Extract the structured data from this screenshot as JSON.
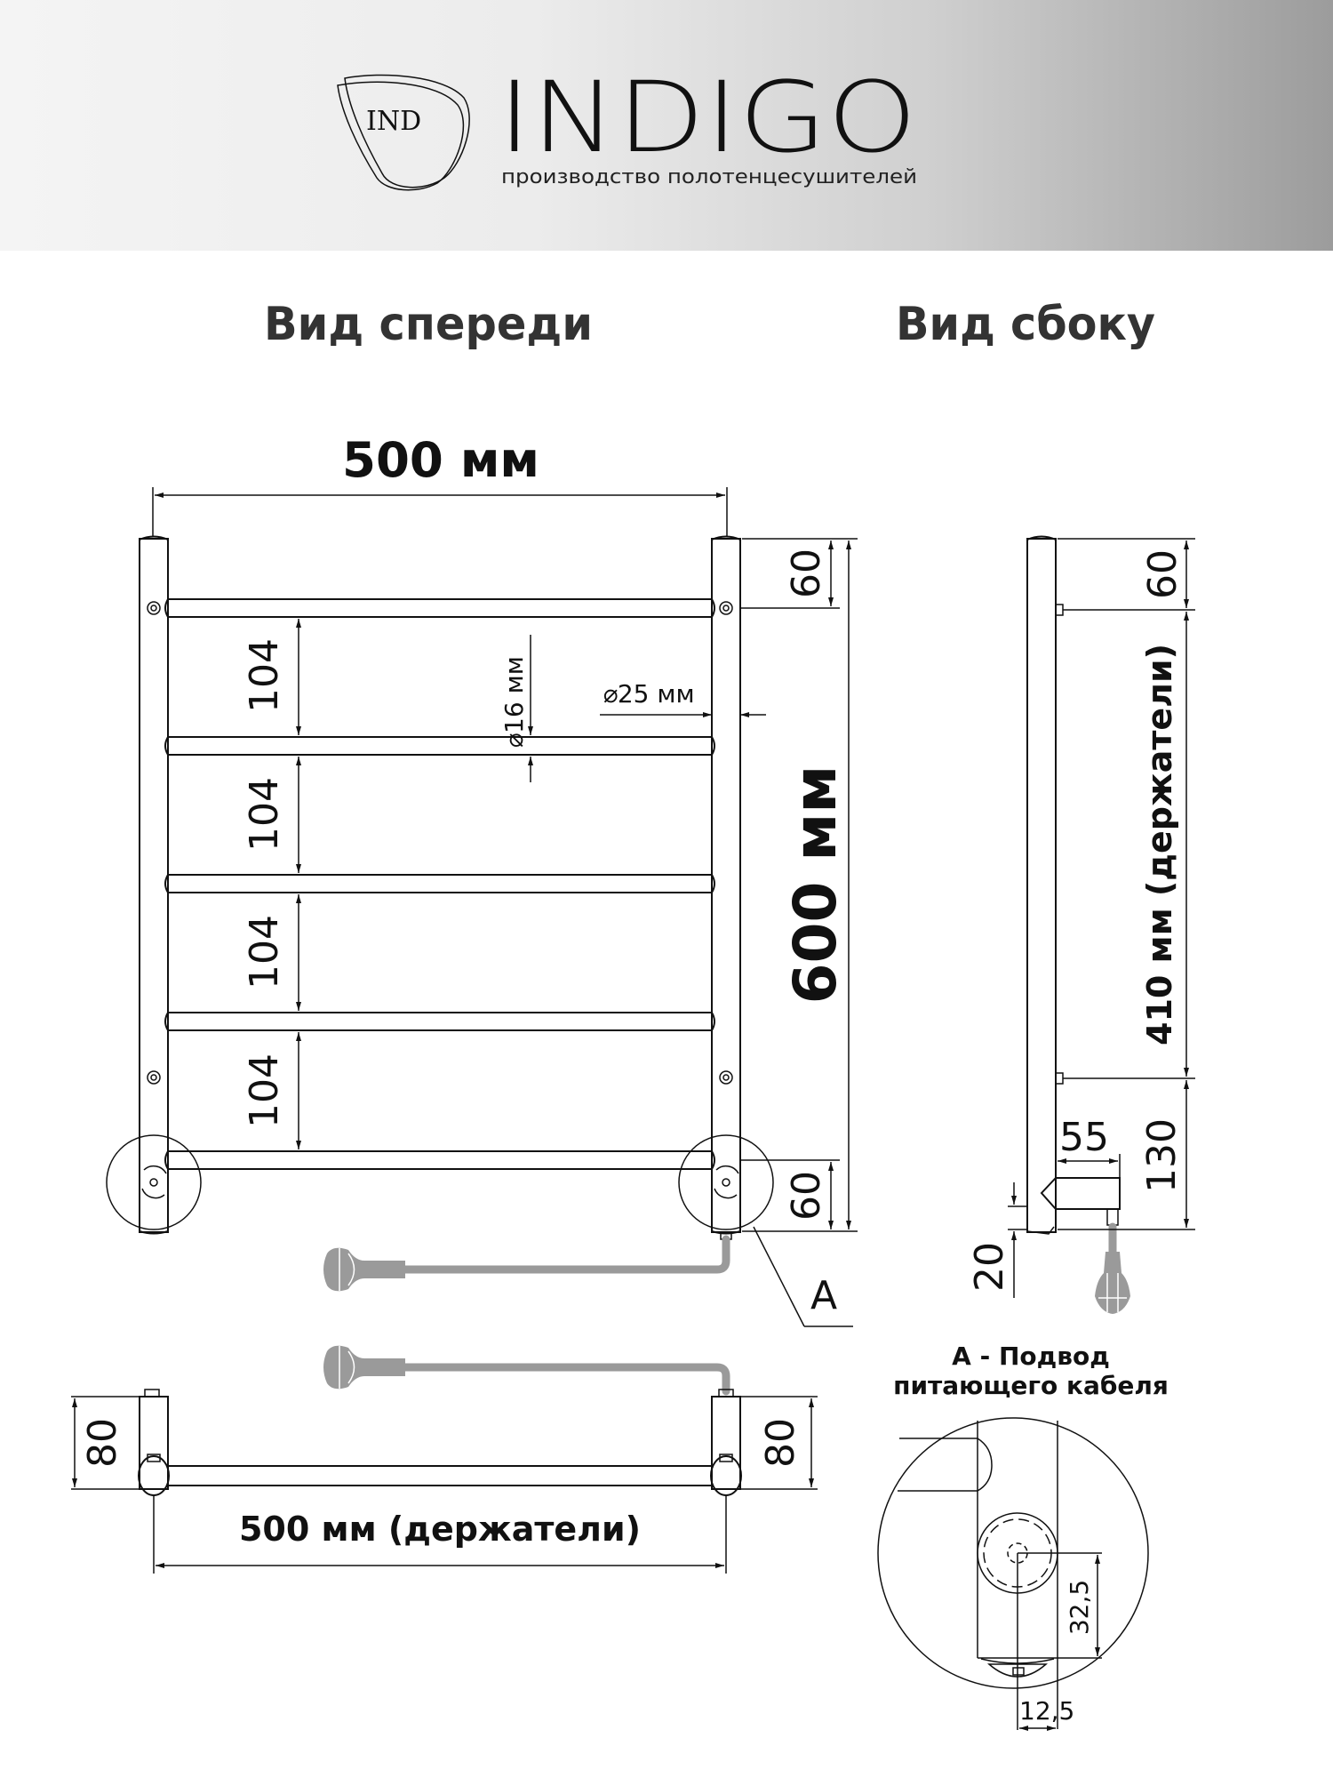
{
  "header": {
    "logo_monogram": "IND",
    "brand_name": "INDIGO",
    "tagline": "производство полотенцесушителей",
    "gradient_colors": [
      "#f4f4f4",
      "#9c9c9c"
    ]
  },
  "views": {
    "front_title": "Вид спереди",
    "side_title": "Вид сбоку",
    "detail_title_line1": "А - Подвод",
    "detail_title_line2": "питающего кабеля"
  },
  "front_view": {
    "width_label": "500 мм",
    "height_label": "600 мм",
    "top_offset": "60",
    "bottom_offset": "60",
    "spacings": [
      "104",
      "104",
      "104",
      "104"
    ],
    "bar_diameter": "16 мм",
    "post_diameter": "25 мм",
    "diameter_symbol": "⌀",
    "callout_label": "А"
  },
  "side_view": {
    "top_offset": "60",
    "holder_distance": "410 мм (держатели)",
    "bottom_offset": "130",
    "depth": "55",
    "cable_offset": "20"
  },
  "top_view": {
    "left_depth": "80",
    "right_depth": "80",
    "holder_width": "500 мм (держатели)"
  },
  "detail_view": {
    "vertical_offset": "32,5",
    "horizontal_offset": "12,5"
  },
  "colors": {
    "line": "#111111",
    "title_text": "#333333",
    "cable": "#9a9a9a"
  }
}
